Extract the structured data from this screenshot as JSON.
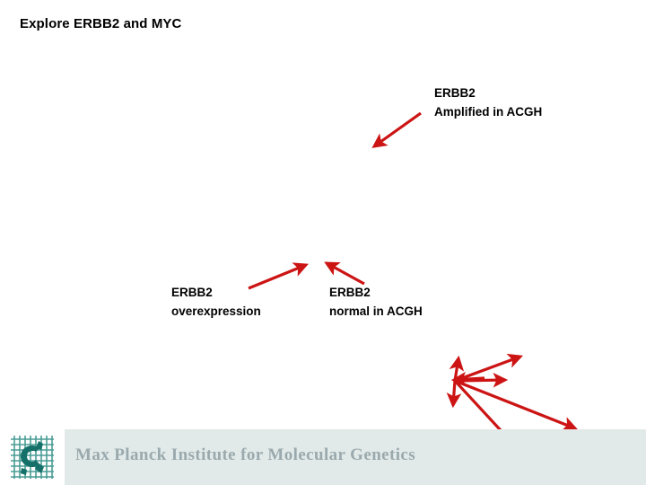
{
  "slide": {
    "title": "Explore ERBB2 and MYC",
    "background_color": "#ffffff",
    "arrow_color": "#cc1414"
  },
  "annotations": [
    {
      "name": "erbb2-amplified-acgh",
      "line1": "ERBB2",
      "line2": "Amplified in ACGH"
    },
    {
      "name": "erbb2-overexpression",
      "line1": "ERBB2",
      "line2": "overexpression"
    },
    {
      "name": "erbb2-normal-acgh",
      "line1": "ERBB2",
      "line2": "normal in ACGH"
    }
  ],
  "footer": {
    "institute": "Max Planck Institute for Molecular Genetics",
    "band_color": "#e2eae9",
    "text_color": "#9aa9ad",
    "logo_color": "#1b7f78",
    "logo_name": "max-planck-minerva-logo"
  }
}
